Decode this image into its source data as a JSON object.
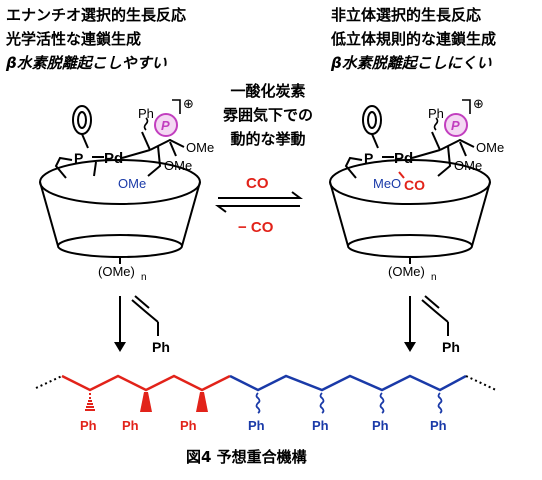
{
  "left_text": {
    "line1": "エナンチオ選択的生長反応",
    "line2": "光学活性な連鎖生成",
    "line3": "β水素脱離起こしやすい"
  },
  "right_text": {
    "line1": "非立体選択的生長反応",
    "line2": "低立体規則的な連鎖生成",
    "line3": "β水素脱離起こしにくい"
  },
  "middle_text": {
    "line1": "一酸化炭素",
    "line2": "雰囲気下での",
    "line3": "動的な挙動"
  },
  "equilibrium": {
    "forward": "CO",
    "reverse": "− CO"
  },
  "labels": {
    "ph": "Ph",
    "p": "P",
    "pd": "Pd",
    "ome": "OMe",
    "meo": "MeO",
    "co": "CO",
    "cd_substituent": "(OMe)",
    "subscript_n": "n",
    "charge": "⊕"
  },
  "colors": {
    "red": "#e2231a",
    "blue": "#1a3aa8",
    "magenta": "#c23fbf",
    "black": "#000000"
  },
  "caption": "図4 予想重合機構"
}
